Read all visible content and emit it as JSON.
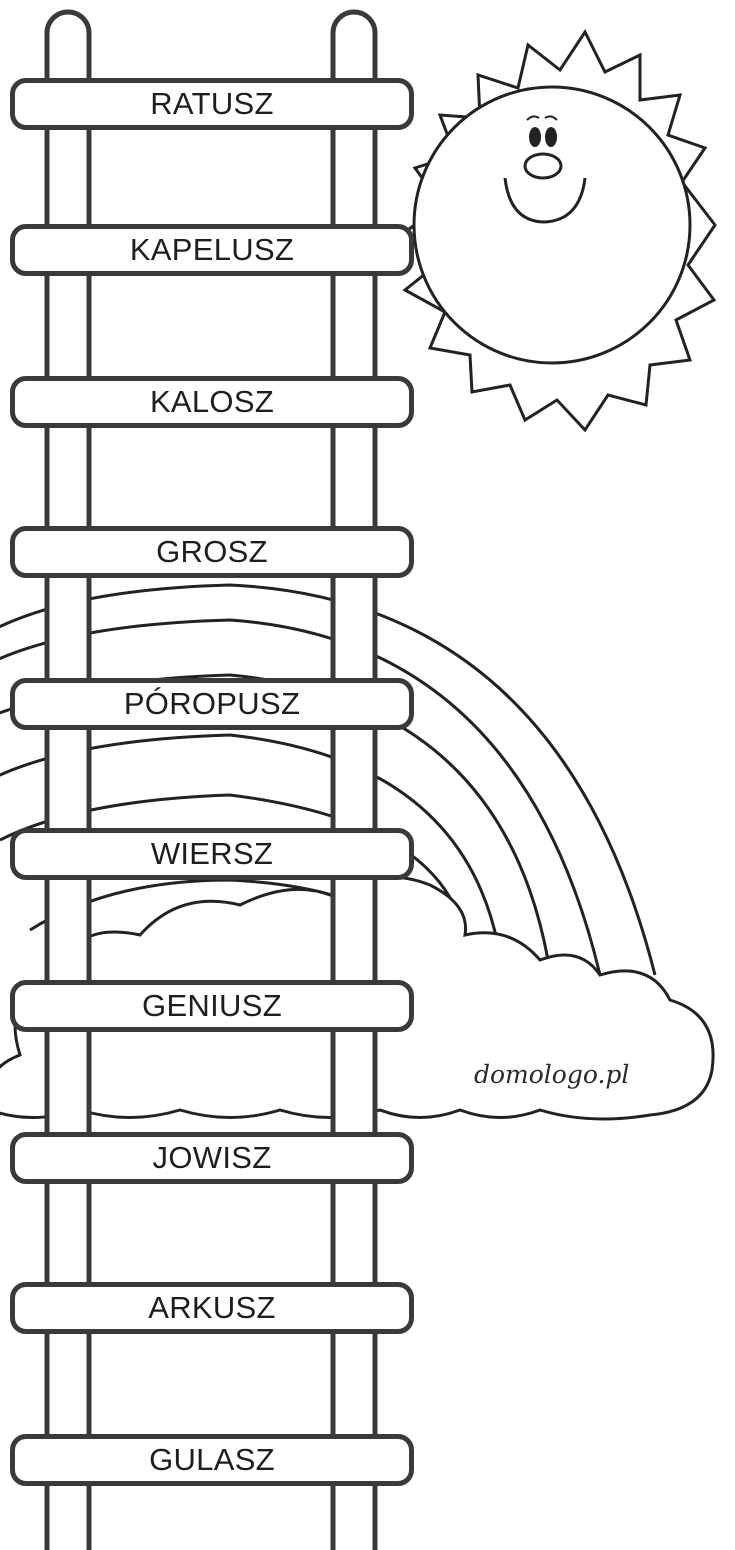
{
  "colors": {
    "outline": "#3a3a3a",
    "text": "#1e1e1e",
    "background": "#ffffff"
  },
  "icons": [
    "sun-icon",
    "rainbow-icon",
    "cloud-icon",
    "ladder-icon"
  ],
  "rungs": [
    {
      "word": "RATUSZ"
    },
    {
      "word": "KAPELUSZ"
    },
    {
      "word": "KALOSZ"
    },
    {
      "word": "GROSZ"
    },
    {
      "word": "PÓROPUSZ"
    },
    {
      "word": "WIERSZ"
    },
    {
      "word": "GENIUSZ"
    },
    {
      "word": "JOWISZ"
    },
    {
      "word": "ARKUSZ"
    },
    {
      "word": "GULASZ"
    }
  ],
  "watermark": "domologo.pl"
}
